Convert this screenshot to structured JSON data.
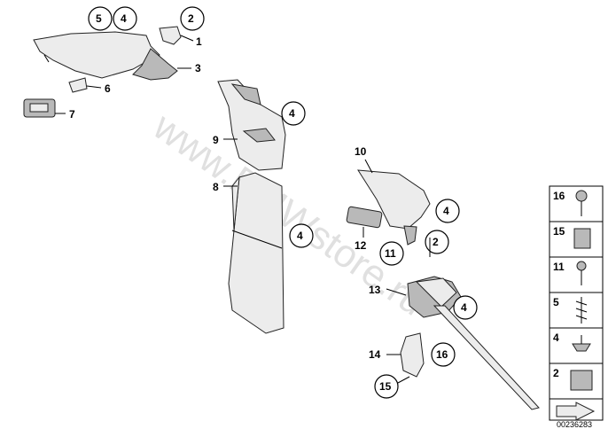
{
  "watermark": "www.BMWstore.ru",
  "document_number": "00236283",
  "callouts": {
    "c_topleft_5": "5",
    "c_topleft_4": "4",
    "c_topright_2": "2",
    "c_1": "1",
    "c_3": "3",
    "c_6": "6",
    "c_7": "7",
    "c_9": "9",
    "c_4_pillar_top": "4",
    "c_8": "8",
    "c_4_pillar_lower": "4",
    "c_10": "10",
    "c_4_right_panel": "4",
    "c_12": "12",
    "c_11": "11",
    "c_2_right": "2",
    "c_13": "13",
    "c_4_belt": "4",
    "c_14": "14",
    "c_16": "16",
    "c_15": "15"
  },
  "legend": [
    "16",
    "15",
    "11",
    "5",
    "4",
    "2"
  ]
}
